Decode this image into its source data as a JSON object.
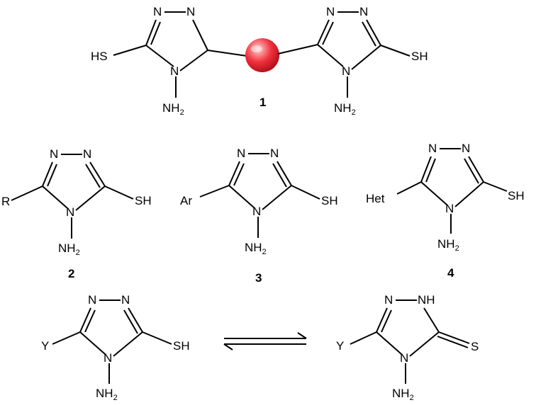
{
  "atoms": {
    "n": "N",
    "nh": "NH",
    "sh": "SH",
    "hs": "HS",
    "s": "S",
    "nh2_main": "NH",
    "nh2_sub": "2",
    "r": "R",
    "ar": "Ar",
    "het": "Het",
    "y": "Y"
  },
  "compounds": {
    "c1": "1",
    "c2": "2",
    "c3": "3",
    "c4": "4"
  },
  "colors": {
    "bond": "#000000",
    "sphere_light": "#ffd0d0",
    "sphere_mid": "#f0303c",
    "sphere_dark": "#b0101c"
  }
}
